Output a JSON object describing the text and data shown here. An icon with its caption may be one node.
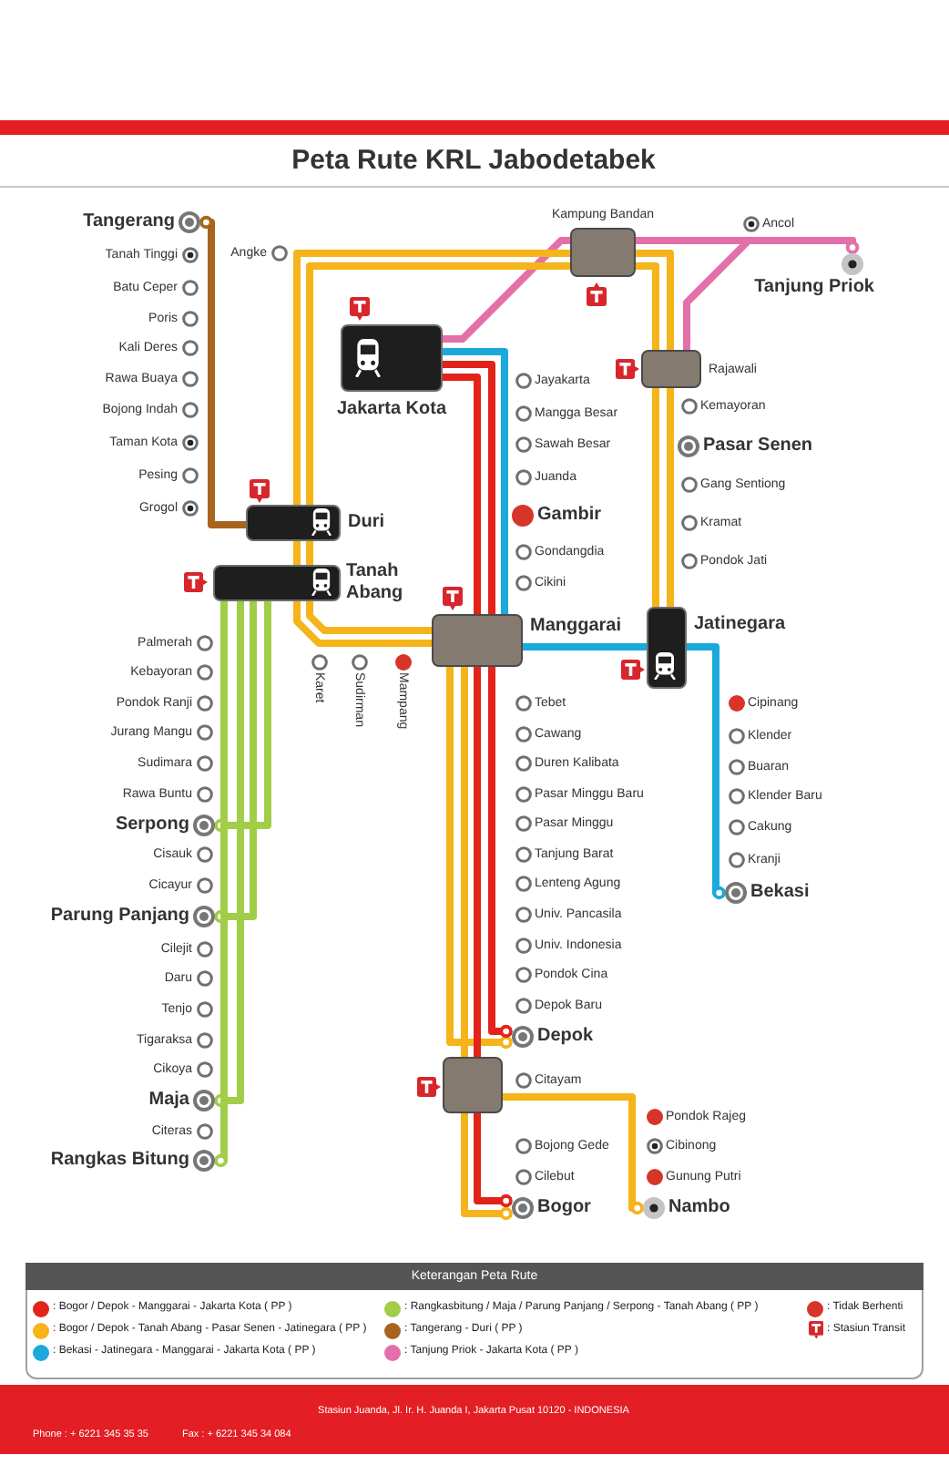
{
  "diagram": {
    "title": "Peta Rute KRL Jabodetabek",
    "nodes": [
      {
        "text": [
          "Tangerang"
        ]
      },
      {
        "text": [
          "Tanah Tinggi"
        ]
      },
      {
        "text": [
          "Batu Ceper"
        ]
      },
      {
        "text": [
          "Poris"
        ]
      },
      {
        "text": [
          "Kali Deres"
        ]
      },
      {
        "text": [
          "Rawa Buaya"
        ]
      },
      {
        "text": [
          "Bojong Indah"
        ]
      },
      {
        "text": [
          "Taman Kota"
        ]
      },
      {
        "text": [
          "Pesing"
        ]
      },
      {
        "text": [
          "Grogol"
        ]
      },
      {
        "text": [
          "Kampung Bandan"
        ]
      },
      {
        "text": [
          "Ancol"
        ]
      },
      {
        "text": [
          "Tanjung Priok"
        ]
      },
      {
        "text": [
          "Angke"
        ]
      },
      {
        "text": [
          "Jakarta Kota"
        ]
      },
      {
        "text": [
          "Jayakarta"
        ]
      },
      {
        "text": [
          "Mangga Besar"
        ]
      },
      {
        "text": [
          "Sawah Besar"
        ]
      },
      {
        "text": [
          "Juanda"
        ]
      },
      {
        "text": [
          "Gambir"
        ]
      },
      {
        "text": [
          "Gondangdia"
        ]
      },
      {
        "text": [
          "Cikini"
        ]
      },
      {
        "text": [
          "Rajawali"
        ]
      },
      {
        "text": [
          "Kemayoran"
        ]
      },
      {
        "text": [
          "Pasar Senen"
        ]
      },
      {
        "text": [
          "Gang Sentiong"
        ]
      },
      {
        "text": [
          "Kramat"
        ]
      },
      {
        "text": [
          "Pondok Jati"
        ]
      },
      {
        "text": [
          "Duri"
        ]
      },
      {
        "text": [
          "Tanah Abang"
        ]
      },
      {
        "text": [
          "Manggarai"
        ]
      },
      {
        "text": [
          "Jatinegara"
        ]
      },
      {
        "text": [
          "Karet"
        ]
      },
      {
        "text": [
          "Sudirman"
        ]
      },
      {
        "text": [
          "Mampang"
        ]
      },
      {
        "text": [
          "Palmerah"
        ]
      },
      {
        "text": [
          "Kebayoran"
        ]
      },
      {
        "text": [
          "Pondok Ranji"
        ]
      },
      {
        "text": [
          "Jurang Mangu"
        ]
      },
      {
        "text": [
          "Sudimara"
        ]
      },
      {
        "text": [
          "Rawa Buntu"
        ]
      },
      {
        "text": [
          "Serpong"
        ]
      },
      {
        "text": [
          "Cisauk"
        ]
      },
      {
        "text": [
          "Cicayur"
        ]
      },
      {
        "text": [
          "Parung Panjang"
        ]
      },
      {
        "text": [
          "Cilejit"
        ]
      },
      {
        "text": [
          "Daru"
        ]
      },
      {
        "text": [
          "Tenjo"
        ]
      },
      {
        "text": [
          "Tigaraksa"
        ]
      },
      {
        "text": [
          "Cikoya"
        ]
      },
      {
        "text": [
          "Maja"
        ]
      },
      {
        "text": [
          "Citeras"
        ]
      },
      {
        "text": [
          "Rangkas Bitung"
        ]
      },
      {
        "text": [
          "Tebet"
        ]
      },
      {
        "text": [
          "Cawang"
        ]
      },
      {
        "text": [
          "Duren Kalibata"
        ]
      },
      {
        "text": [
          "Pasar Minggu Baru"
        ]
      },
      {
        "text": [
          "Pasar Minggu"
        ]
      },
      {
        "text": [
          "Tanjung Barat"
        ]
      },
      {
        "text": [
          "Lenteng Agung"
        ]
      },
      {
        "text": [
          "Univ. Pancasila"
        ]
      },
      {
        "text": [
          "Univ. Indonesia"
        ]
      },
      {
        "text": [
          "Pondok Cina"
        ]
      },
      {
        "text": [
          "Depok Baru"
        ]
      },
      {
        "text": [
          "Depok"
        ]
      },
      {
        "text": [
          "Citayam"
        ]
      },
      {
        "text": [],
        "shape": "box"
      },
      {
        "text": [
          "Bojong Gede"
        ]
      },
      {
        "text": [
          "Cilebut"
        ]
      },
      {
        "text": [
          "Bogor"
        ]
      },
      {
        "text": [
          "Cipinang"
        ]
      },
      {
        "text": [
          "Klender"
        ]
      },
      {
        "text": [
          "Buaran"
        ]
      },
      {
        "text": [
          "Klender Baru"
        ]
      },
      {
        "text": [
          "Cakung"
        ]
      },
      {
        "text": [
          "Kranji"
        ]
      },
      {
        "text": [
          "Bekasi"
        ]
      },
      {
        "text": [
          "Pondok Rajeg"
        ]
      },
      {
        "text": [
          "Cibinong"
        ]
      },
      {
        "text": [
          "Gunung Putri"
        ]
      },
      {
        "text": [
          "Nambo"
        ]
      }
    ],
    "edges": [
      {
        "from": 28,
        "to": 0,
        "arrow": "other",
        "color": "#a8641e"
      },
      {
        "from": 14,
        "to": 10,
        "arrow": "none",
        "color": "#e470aa"
      },
      {
        "from": 10,
        "to": 12,
        "arrow": "other",
        "color": "#e470aa"
      },
      {
        "from": 22,
        "to": 12,
        "arrow": "other",
        "color": "#e470aa"
      },
      {
        "from": 28,
        "to": 10,
        "arrow": "none",
        "color": "#f5b41a"
      },
      {
        "from": 28,
        "to": 10,
        "arrow": "none",
        "color": "#f5b41a"
      },
      {
        "from": 10,
        "to": 22,
        "arrow": "none",
        "color": "#f5b41a"
      },
      {
        "from": 10,
        "to": 22,
        "arrow": "none",
        "color": "#f5b41a"
      },
      {
        "from": 22,
        "to": 31,
        "arrow": "none",
        "color": "#f5b41a"
      },
      {
        "from": 22,
        "to": 31,
        "arrow": "none",
        "color": "#f5b41a"
      },
      {
        "from": 29,
        "to": 28,
        "arrow": "none",
        "color": "#f5b41a"
      },
      {
        "from": 29,
        "to": 28,
        "arrow": "none",
        "color": "#f5b41a"
      },
      {
        "from": 29,
        "to": 30,
        "arrow": "none",
        "color": "#f5b41a"
      },
      {
        "from": 29,
        "to": 30,
        "arrow": "none",
        "color": "#f5b41a"
      },
      {
        "from": 14,
        "to": 30,
        "arrow": "none",
        "color": "#e2231a"
      },
      {
        "from": 14,
        "to": 30,
        "arrow": "none",
        "color": "#e2231a"
      },
      {
        "from": 14,
        "to": 30,
        "arrow": "none",
        "color": "#1ba9dc"
      },
      {
        "from": 30,
        "to": 31,
        "arrow": "none",
        "color": "#1ba9dc"
      },
      {
        "from": 31,
        "to": 76,
        "arrow": "other",
        "color": "#1ba9dc"
      },
      {
        "from": 30,
        "to": 64,
        "arrow": "other",
        "color": "#f5b41a"
      },
      {
        "from": 30,
        "to": 64,
        "arrow": "other",
        "color": "#e2231a"
      },
      {
        "from": 30,
        "to": 66,
        "arrow": "none",
        "color": "#f5b41a"
      },
      {
        "from": 30,
        "to": 66,
        "arrow": "none",
        "color": "#e2231a"
      },
      {
        "from": 66,
        "to": 69,
        "arrow": "other",
        "color": "#f5b41a"
      },
      {
        "from": 66,
        "to": 69,
        "arrow": "other",
        "color": "#e2231a"
      },
      {
        "from": 66,
        "to": 80,
        "arrow": "other",
        "color": "#f5b41a"
      },
      {
        "from": 29,
        "to": 41,
        "arrow": "other",
        "color": "#a2cd48"
      },
      {
        "from": 29,
        "to": 44,
        "arrow": "other",
        "color": "#a2cd48"
      },
      {
        "from": 29,
        "to": 50,
        "arrow": "other",
        "color": "#a2cd48"
      },
      {
        "from": 29,
        "to": 52,
        "arrow": "other",
        "color": "#a2cd48"
      }
    ],
    "labels": [
      "Keterangan Peta Rute",
      "Stasiun Juanda, Jl. Ir. H. Juanda I, Jakarta Pusat 10120 - INDONESIA",
      "Phone : + 6221 345 35 35",
      "Fax : + 6221 345 34 084"
    ],
    "legend": [
      {
        "text": ": Bogor / Depok - Manggarai - Jakarta Kota ( PP )",
        "color": "#e2231a"
      },
      {
        "text": ": Bogor / Depok - Tanah Abang - Pasar Senen - Jatinegara ( PP )",
        "color": "#f5b41a"
      },
      {
        "text": ": Bekasi - Jatinegara - Manggarai - Jakarta Kota ( PP )",
        "color": "#1ba9dc"
      },
      {
        "text": ": Rangkasbitung / Maja / Parung Panjang / Serpong - Tanah Abang ( PP )",
        "color": "#a2cd48"
      },
      {
        "text": ": Tangerang - Duri ( PP )",
        "color": "#a8641e"
      },
      {
        "text": ": Tanjung Priok - Jakarta Kota ( PP )",
        "color": "#e470aa"
      },
      {
        "text": ": Tidak Berhenti",
        "color": "#d8352a"
      },
      {
        "text": ": Stasiun Transit"
      }
    ]
  }
}
